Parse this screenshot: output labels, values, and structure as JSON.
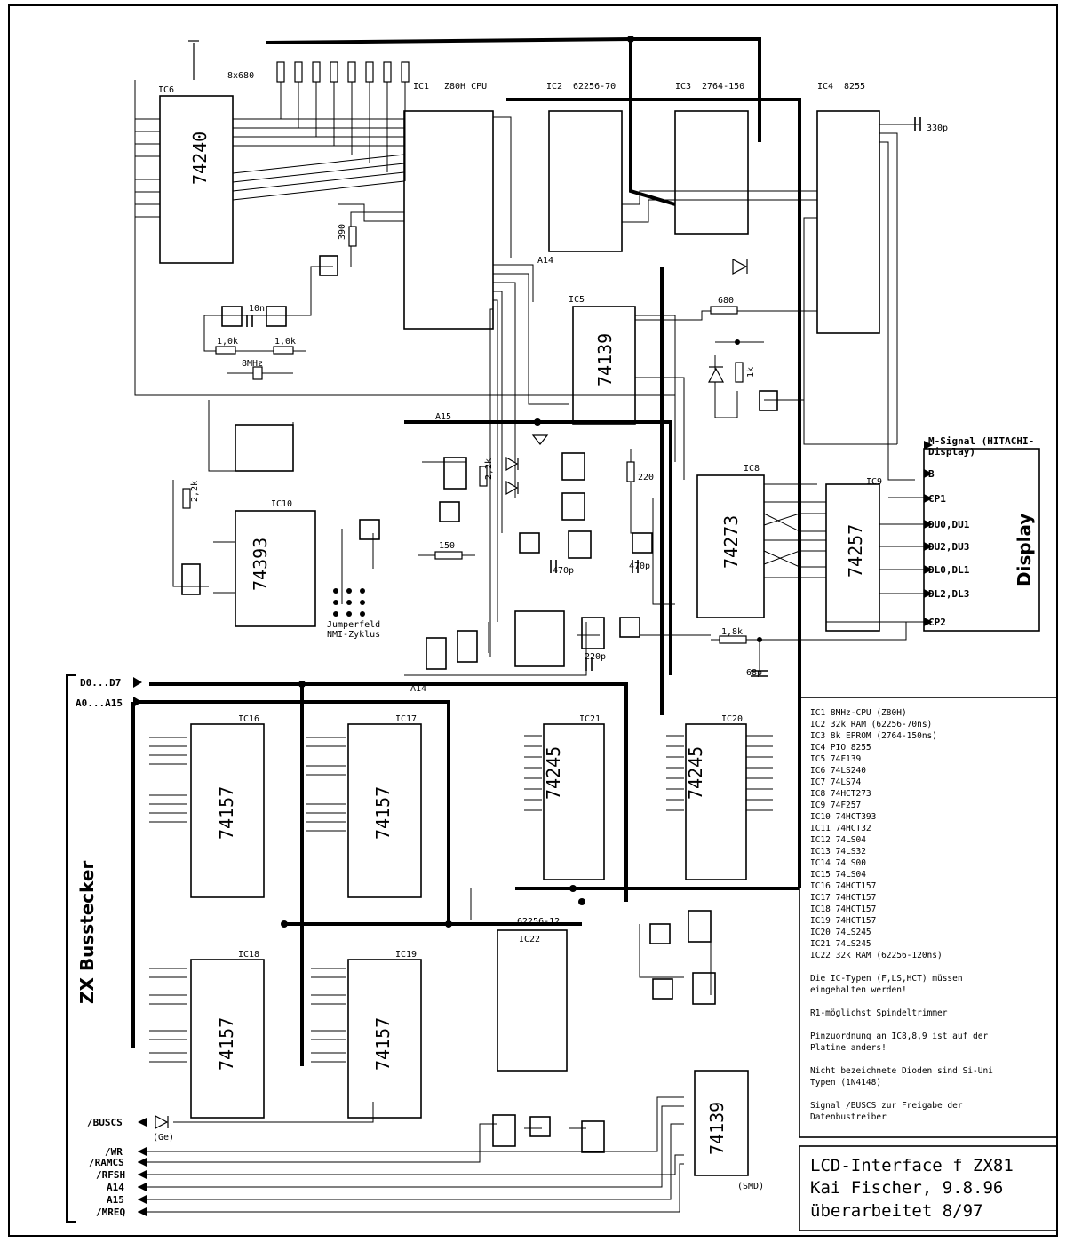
{
  "ics": {
    "ic1": {
      "ref": "IC1",
      "name": "Z80H CPU"
    },
    "ic2": {
      "ref": "IC2",
      "name": "62256-70"
    },
    "ic3": {
      "ref": "IC3",
      "name": "2764-150"
    },
    "ic4": {
      "ref": "IC4",
      "name": "8255"
    },
    "ic5": {
      "ref": "IC5",
      "name": "74139"
    },
    "ic6": {
      "ref": "IC6",
      "name": "74240"
    },
    "ic8": {
      "ref": "IC8",
      "name": "74273"
    },
    "ic9": {
      "ref": "IC9",
      "name": "74257"
    },
    "ic10": {
      "ref": "IC10",
      "name": "74393"
    },
    "ic16": {
      "ref": "IC16",
      "name": "74157"
    },
    "ic17": {
      "ref": "IC17",
      "name": "74157"
    },
    "ic18": {
      "ref": "IC18",
      "name": "74157"
    },
    "ic19": {
      "ref": "IC19",
      "name": "74157"
    },
    "ic20": {
      "ref": "IC20",
      "name": "74245"
    },
    "ic21": {
      "ref": "IC21",
      "name": "74245"
    },
    "ic22": {
      "ref": "IC22",
      "name": "62256-12"
    },
    "ic5b": {
      "ref": "",
      "name": "74139"
    }
  },
  "labels": {
    "resnet": "8x680",
    "cap330": "330p",
    "xtal": "8MHz",
    "r390": "390",
    "r10k_a": "1,0k",
    "r10k_b": "1,0k",
    "c10n": "10n",
    "r680": "680",
    "r1k": "1k",
    "jumper1": "Jumperfeld",
    "jumper2": "NMI-Zyklus",
    "msignal1": "M-Signal (HITACHI-",
    "msignal2": "Display)",
    "b_out": "B",
    "cp1": "CP1",
    "du0": "DU0,DU1",
    "du2": "DU2,DU3",
    "dl0": "DL0,DL1",
    "dl2": "DL2,DL3",
    "cp2": "CP2",
    "display": "Display",
    "busstecker": "ZX Busstecker",
    "d0d7": "D0...D7",
    "a0a15": "A0...A15",
    "buscs": "/BUSCS",
    "ge": "(Ge)",
    "wr": "/WR",
    "ramcs": "/RAMCS",
    "rfsh": "/RFSH",
    "a14": "A14",
    "a15": "A15",
    "mreq": "/MREQ",
    "smd": "(SMD)",
    "a14_top": "A14",
    "a14_mid": "A14",
    "c68p": "68p",
    "c220p": "220p",
    "c470p": "470p",
    "c470p2": "470p",
    "r150": "150",
    "r220": "220",
    "r18k": "1,8k",
    "r22k": "2,2k",
    "r22k2": "2,2k"
  },
  "legend": [
    "IC1   8MHz-CPU (Z80H)",
    "IC2   32k RAM (62256-70ns)",
    "IC3   8k EPROM (2764-150ns)",
    "IC4   PIO 8255",
    "IC5   74F139",
    "IC6   74LS240",
    "IC7   74LS74",
    "IC8   74HCT273",
    "IC9   74F257",
    "IC10  74HCT393",
    "IC11  74HCT32",
    "IC12  74LS04",
    "IC13  74LS32",
    "IC14  74LS00",
    "IC15  74LS04",
    "IC16  74HCT157",
    "IC17  74HCT157",
    "IC18  74HCT157",
    "IC19  74HCT157",
    "IC20  74LS245",
    "IC21  74LS245",
    "IC22  32k RAM (62256-120ns)",
    "",
    "Die IC-Typen (F,LS,HCT) müssen",
    "eingehalten werden!",
    "",
    "R1-möglichst Spindeltrimmer",
    "",
    "Pinzuordnung an IC8,8,9 ist auf der",
    "Platine anders!",
    "",
    "Nicht bezeichnete Dioden sind Si-Uni",
    "Typen (1N4148)",
    "",
    "Signal /BUSCS zur Freigabe der",
    "Datenbustreiber"
  ],
  "title_block": {
    "line1": "LCD-Interface f ZX81",
    "line2": "Kai Fischer, 9.8.96",
    "line3": "überarbeitet 8/97"
  }
}
